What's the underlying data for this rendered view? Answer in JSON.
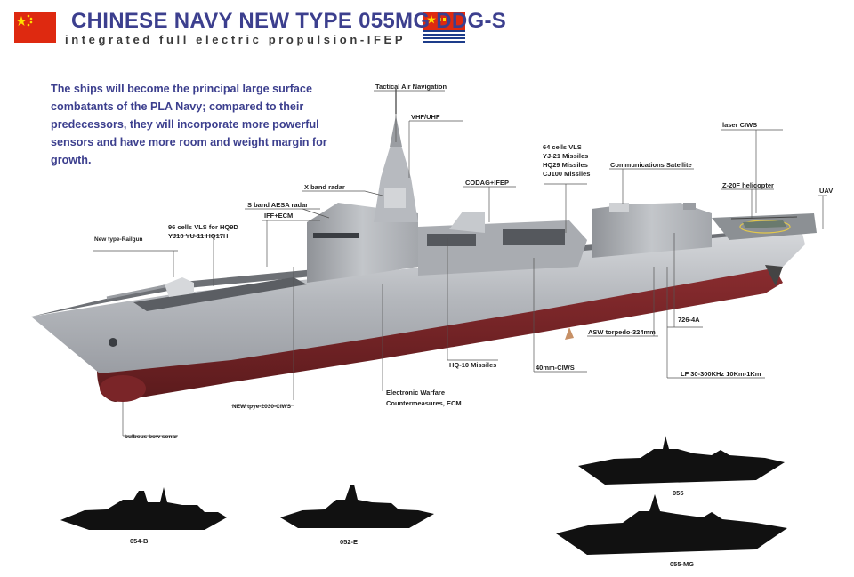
{
  "header": {
    "title": "CHINESE NAVY NEW TYPE 055MG DDG-S",
    "subtitle": "integrated full electric propulsion-IFEP"
  },
  "intro_text": "The ships will become the principal large surface combatants of the PLA Navy; compared to their predecessors, they will incorporate more powerful sensors and have more room and weight margin for growth.",
  "labels": {
    "tactical_air_navigation": "Tactical Air Navigation",
    "vhf_uhf": "VHF/UHF",
    "laser_ciws": "laser CIWS",
    "vls_64_line1": "64 cells VLS",
    "vls_64_line2": "YJ-21 Missiles",
    "vls_64_line3": "HQ29 Missiles",
    "vls_64_line4": "CJ100 Missiles",
    "communications_satellite": "Communications Satellite",
    "codag_ifep": "CODAG+IFEP",
    "x_band_radar": "X band radar",
    "z20f_helicopter": "Z-20F helicopter",
    "uav": "UAV",
    "s_band_aesa": "S band AESA radar",
    "iff_ecm": "IFF+ECM",
    "vls_96_line1": "96 cells VLS for HQ9D",
    "vls_96_line2": "YJ18 YU-11 HQ17H",
    "railgun": "New type-Railgun",
    "type_726": "726-4A",
    "asw_torpedo": "ASW torpedo-324mm",
    "hq10": "HQ-10 Missiles",
    "ciws_40mm": "40mm-CIWS",
    "lf_sonar": "LF 30-300KHz 10Km-1Km",
    "ew_line1": "Electronic Warfare",
    "ew_line2": "Countermeasures,  ECM",
    "ciws_2030": "NEW tpye-2030-CIWS",
    "bow_sonar": "bulbous bow sonar"
  },
  "silhouettes": [
    {
      "label": "054-B"
    },
    {
      "label": "052-E"
    },
    {
      "label": "055"
    },
    {
      "label": "055-MG"
    }
  ],
  "colors": {
    "title": "#3c3f8e",
    "hull_gray": "#b9bcc1",
    "hull_red": "#7a2528",
    "deck": "#5b5e63",
    "flag_red": "#de2910",
    "flag_blue": "#1d3c8a"
  }
}
